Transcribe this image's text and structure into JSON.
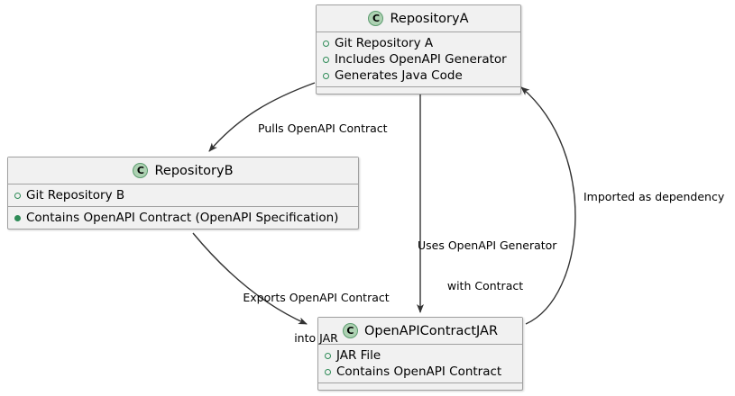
{
  "diagram": {
    "type": "uml-class-diagram",
    "title": "",
    "background": "#ffffff",
    "stereotype_icon_letter": "C",
    "colors": {
      "class_fill": "#f1f1f1",
      "class_border": "#a0a0a0",
      "icon_fill": "#add1b2",
      "icon_border": "#5c9c6f",
      "field_marker": "#2e8b57",
      "line": "#333333",
      "text": "#000000"
    }
  },
  "classes": [
    {
      "id": "repository-a",
      "name": "RepositoryA",
      "icon": "class-icon-c",
      "members": [
        {
          "label": "Git Repository A",
          "marker": "field"
        },
        {
          "label": "Includes OpenAPI Generator",
          "marker": "field"
        },
        {
          "label": "Generates Java Code",
          "marker": "field"
        }
      ]
    },
    {
      "id": "repository-b",
      "name": "RepositoryB",
      "icon": "class-icon-c",
      "members": [
        {
          "label": "Git Repository B",
          "marker": "field"
        },
        {
          "label": "Contains OpenAPI Contract (OpenAPI Specification)",
          "marker": "method"
        }
      ]
    },
    {
      "id": "openapi-contract-jar",
      "name": "OpenAPIContractJAR",
      "icon": "class-icon-c",
      "members": [
        {
          "label": "JAR File",
          "marker": "field"
        },
        {
          "label": "Contains OpenAPI Contract",
          "marker": "field"
        }
      ]
    }
  ],
  "edges": [
    {
      "id": "pulls-contract",
      "from": "RepositoryA",
      "to": "RepositoryB",
      "label": "Pulls OpenAPI Contract",
      "arrow": "solid-filled"
    },
    {
      "id": "uses-generator",
      "from": "RepositoryA",
      "to": "OpenAPIContractJAR",
      "label_line1": "Uses OpenAPI Generator",
      "label_line2": "with Contract",
      "arrow": "solid-filled"
    },
    {
      "id": "exports-contract",
      "from": "RepositoryB",
      "to": "OpenAPIContractJAR",
      "label_line1": "Exports OpenAPI Contract",
      "label_line2": "into JAR",
      "arrow": "solid-filled"
    },
    {
      "id": "imported-as-dependency",
      "from": "OpenAPIContractJAR",
      "to": "RepositoryA",
      "label": "Imported as dependency",
      "arrow": "solid-filled"
    }
  ]
}
